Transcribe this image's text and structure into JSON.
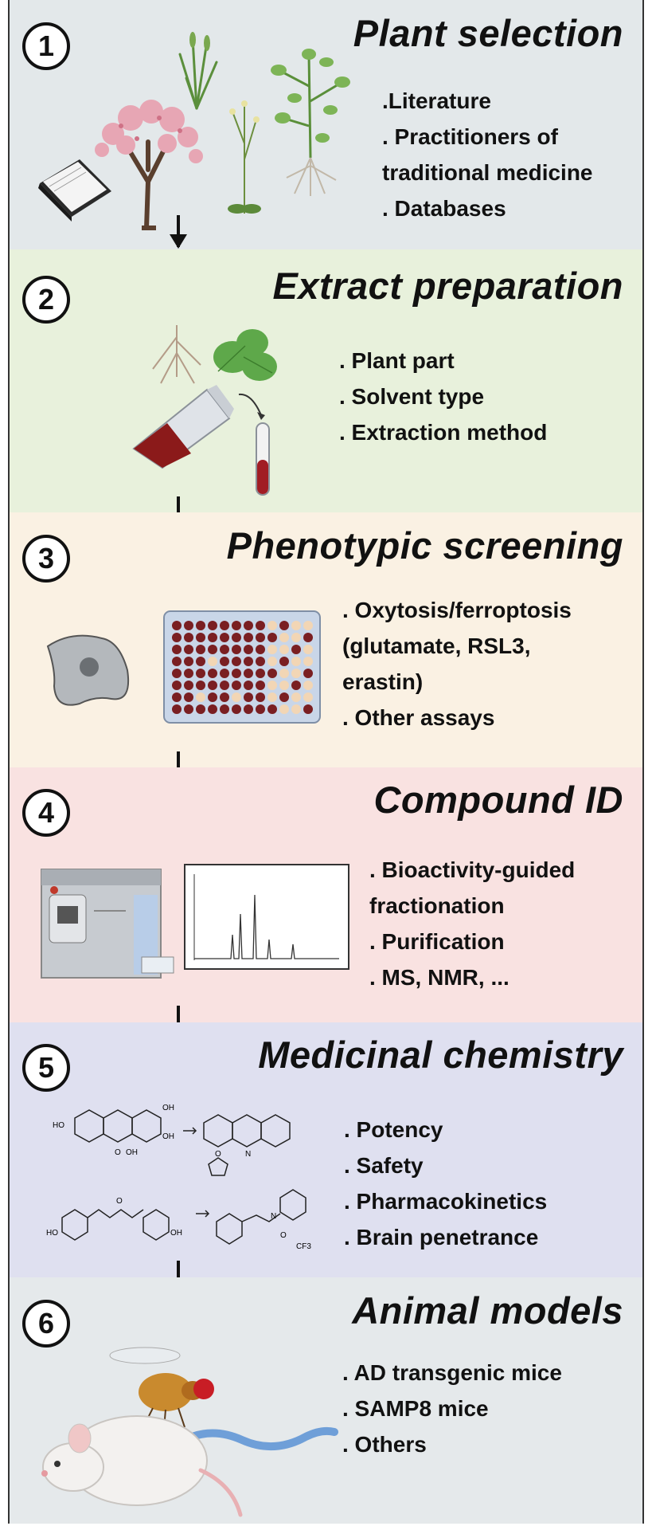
{
  "steps": [
    {
      "number": "1",
      "title": "Plant selection",
      "bg": "#e3e8ea",
      "bullets": [
        ".Literature",
        ". Practitioners of",
        "traditional medicine",
        ". Databases"
      ],
      "icons": [
        "book-icon",
        "flowering-tree-icon",
        "grass-plant-icon",
        "flowering-herb-icon",
        "pea-plant-icon"
      ]
    },
    {
      "number": "2",
      "title": "Extract preparation",
      "bg": "#e8f1dc",
      "bullets": [
        ". Plant part",
        ". Solvent type",
        ". Extraction method"
      ],
      "icons": [
        "root-icon",
        "leaves-icon",
        "flask-icon",
        "test-tube-icon"
      ]
    },
    {
      "number": "3",
      "title": "Phenotypic screening",
      "bg": "#faf1e3",
      "bullets": [
        ". Oxytosis/ferroptosis",
        "(glutamate, RSL3,",
        "erastin)",
        ". Other assays"
      ],
      "icons": [
        "cell-icon",
        "well-plate-icon"
      ]
    },
    {
      "number": "4",
      "title": "Compound ID",
      "bg": "#f9e2e1",
      "bullets": [
        ". Bioactivity-guided",
        "fractionation",
        ". Purification",
        ". MS, NMR, ..."
      ],
      "icons": [
        "hplc-instrument-icon",
        "chromatogram-icon"
      ]
    },
    {
      "number": "5",
      "title": "Medicinal chemistry",
      "bg": "#dfe0f0",
      "bullets": [
        ". Potency",
        ". Safety",
        ". Pharmacokinetics",
        ". Brain penetrance"
      ],
      "icons": [
        "flavonoid-structure-icon",
        "analog-structure-icon",
        "curcumin-structure-icon",
        "hydrazone-structure-icon"
      ],
      "chem_labels": [
        "HO",
        "OH",
        "OH",
        "O",
        "OH",
        "N",
        "O",
        "HO",
        "OH",
        "O",
        "N",
        "O",
        "CF3"
      ]
    },
    {
      "number": "6",
      "title": "Animal models",
      "bg": "#e5e9eb",
      "bullets": [
        ". AD transgenic mice",
        ". SAMP8 mice",
        ". Others"
      ],
      "icons": [
        "fruit-fly-icon",
        "worm-icon",
        "mouse-icon"
      ]
    }
  ],
  "colors": {
    "arrow": "#111111",
    "flask_liquid": "#8b1a1a",
    "plate_dark_well": "#7a1f22",
    "plate_light_well": "#f2d6b5",
    "worm": "#6f9fd8"
  }
}
